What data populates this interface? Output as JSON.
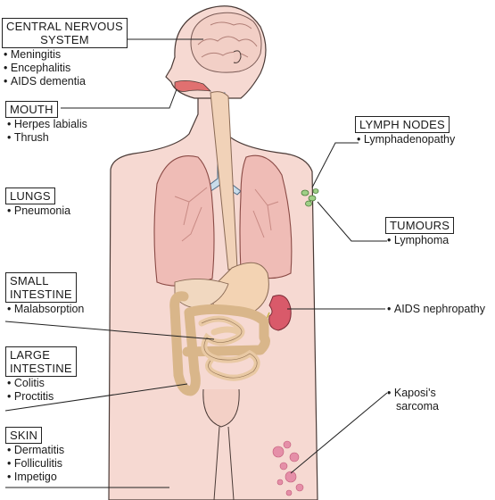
{
  "labels": {
    "cns": {
      "header": [
        "CENTRAL NERVOUS",
        "SYSTEM"
      ],
      "items": [
        "Meningitis",
        "Encephalitis",
        "AIDS dementia"
      ]
    },
    "mouth": {
      "header": [
        "MOUTH"
      ],
      "items": [
        "Herpes labialis",
        "Thrush"
      ]
    },
    "lungs": {
      "header": [
        "LUNGS"
      ],
      "items": [
        "Pneumonia"
      ]
    },
    "small_intestine": {
      "header": [
        "SMALL",
        "INTESTINE"
      ],
      "items": [
        "Malabsorption"
      ]
    },
    "large_intestine": {
      "header": [
        "LARGE",
        "INTESTINE"
      ],
      "items": [
        "Colitis",
        "Proctitis"
      ]
    },
    "skin": {
      "header": [
        "SKIN"
      ],
      "items": [
        "Dermatitis",
        "Folliculitis",
        "Impetigo"
      ]
    },
    "lymph_nodes": {
      "header": [
        "LYMPH NODES"
      ],
      "items": [
        "Lymphadenopathy"
      ]
    },
    "tumours": {
      "header": [
        "TUMOURS"
      ],
      "items": [
        "Lymphoma"
      ]
    },
    "kidney": {
      "header": [],
      "items": [
        "AIDS nephropathy"
      ]
    },
    "kaposi": {
      "header": [],
      "items": [
        "Kaposi's",
        "sarcoma"
      ]
    }
  },
  "colors": {
    "skin": "#f6d9d2",
    "skin_outline": "#4a3a36",
    "brain": "#f2cfc6",
    "lungs": "#efbcb6",
    "trachea": "#c9dcea",
    "esophagus": "#f1d2b8",
    "stomach": "#f3d3b3",
    "intestine": "#efd6b4",
    "kidney": "#d95a6a",
    "lymph": "#9fcf86",
    "lesion": "#e58fa8",
    "leader_line": "#222222"
  }
}
